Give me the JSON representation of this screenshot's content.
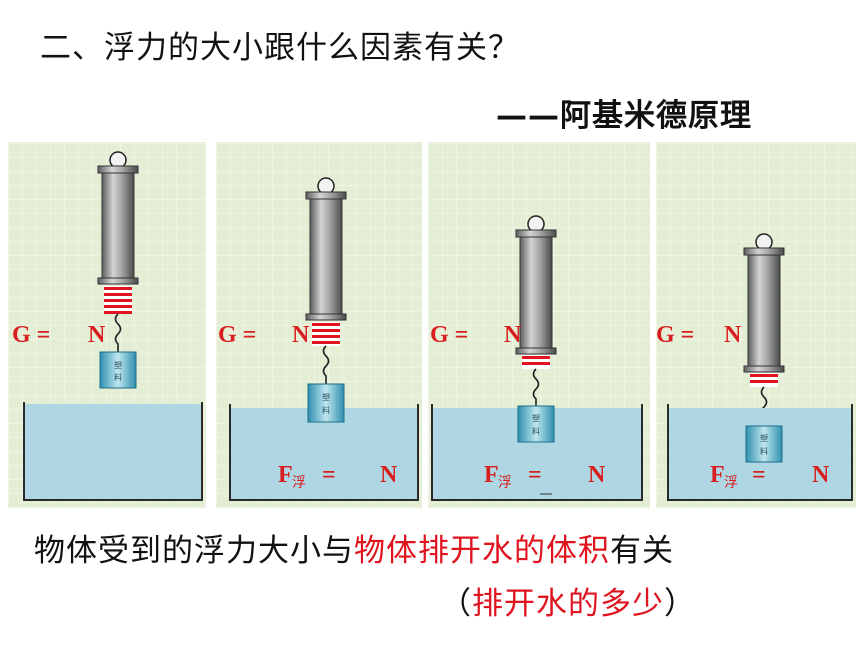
{
  "title": "二、浮力的大小跟什么因素有关？",
  "subtitle": "——阿基米德原理",
  "labels": {
    "gravity_prefix": "G =",
    "unit": "N",
    "buoyancy_letter": "F",
    "buoyancy_sub": "浮",
    "equals": "=",
    "block_text_top": "塑",
    "block_text_bottom": "料"
  },
  "panels": [
    {
      "name": "panel-1",
      "submerged_fraction": 0,
      "shows_buoyancy": false
    },
    {
      "name": "panel-2",
      "submerged_fraction": 0.4,
      "shows_buoyancy": true
    },
    {
      "name": "panel-3",
      "submerged_fraction": 1,
      "shows_buoyancy": true
    },
    {
      "name": "panel-4",
      "submerged_fraction": 1,
      "shows_buoyancy": true
    }
  ],
  "conclusion": {
    "part1": "物体受到的浮力大小与",
    "part2": "物体排开水的体积",
    "part3": "有关"
  },
  "note": {
    "open": "（",
    "text": "排开水的多少",
    "close": "）"
  },
  "colors": {
    "panel_bg": "#e3eed4",
    "water": "#aed7e3",
    "spring_stripes": "#e0141e",
    "label_red": "#d81e1e",
    "accent_red": "#e0141e"
  }
}
